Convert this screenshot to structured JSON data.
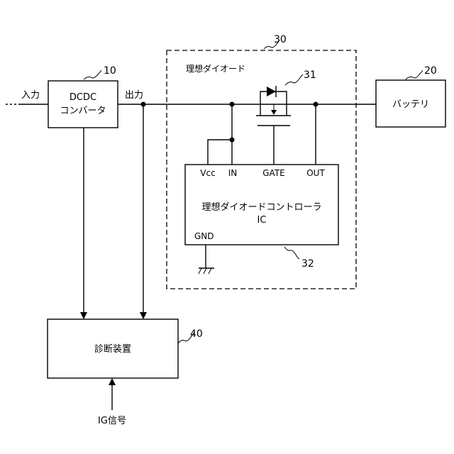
{
  "labels": {
    "input": "入力",
    "output": "出力",
    "dcdc_line1": "DCDC",
    "dcdc_line2": "コンバータ",
    "battery": "バッテリ",
    "ideal_diode": "理想ダイオード",
    "controller_line1": "理想ダイオードコントローラ",
    "controller_line2": "IC",
    "diagnostic": "診断装置",
    "ig_signal": "IG信号",
    "pin_vcc": "Vcc",
    "pin_in": "IN",
    "pin_gate": "GATE",
    "pin_out": "OUT",
    "pin_gnd": "GND"
  },
  "refs": {
    "dcdc": "10",
    "battery": "20",
    "ideal_diode": "30",
    "mosfet": "31",
    "controller": "32",
    "diagnostic": "40"
  }
}
